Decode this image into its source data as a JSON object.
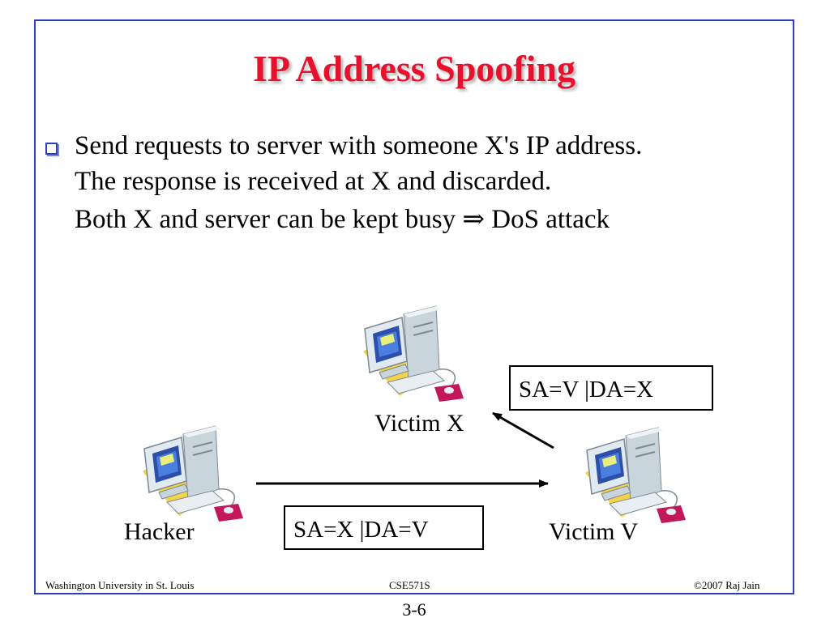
{
  "slide": {
    "title": "IP Address Spoofing",
    "bullet": {
      "lines": [
        "Send requests to server with someone X's IP address.",
        "The response is received at X and discarded.",
        "Both X and server can be kept busy ⇒ DoS attack"
      ]
    }
  },
  "diagram": {
    "labels": {
      "victim_x": "Victim X",
      "hacker": "Hacker",
      "victim_v": "Victim V"
    },
    "packets": {
      "v_to_x": "SA=V |DA=X",
      "hacker_to_v": "SA=X |DA=V"
    },
    "icons": [
      "computer-icon",
      "mouse-icon"
    ]
  },
  "footer": {
    "left": "Washington University in St. Louis",
    "center": "CSE571S",
    "right": "©2007 Raj Jain",
    "page": "3-6"
  },
  "colors": {
    "title": "#e8112d",
    "frame": "#2a3ec8",
    "screen": "#4a7fe0",
    "monitor": "#d8e6ee",
    "mouse": "#c2185b"
  }
}
